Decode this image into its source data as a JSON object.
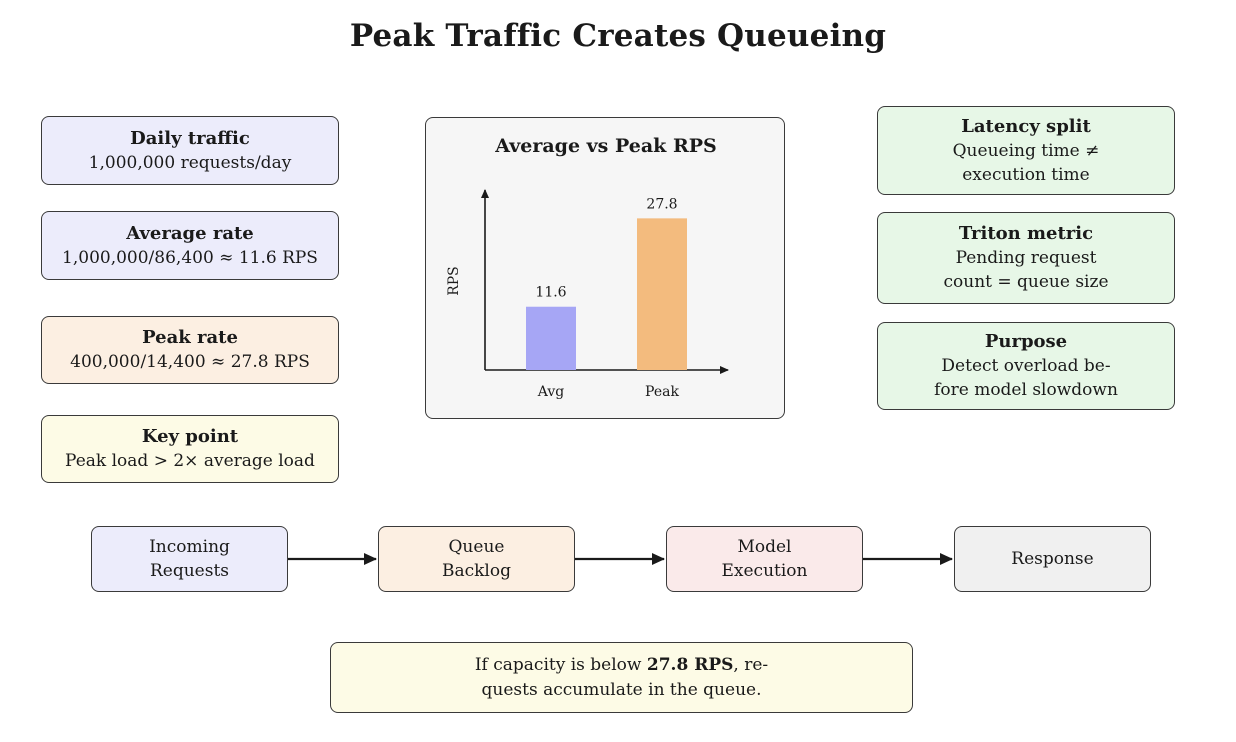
{
  "title": "Peak Traffic Creates Queueing",
  "left_cards": [
    {
      "heading": "Daily traffic",
      "line1": "1,000,000 requests/day"
    },
    {
      "heading": "Average rate",
      "line1": "1,000,000/86,400 ≈ 11.6 RPS"
    },
    {
      "heading": "Peak rate",
      "line1": "400,000/14,400 ≈ 27.8 RPS"
    },
    {
      "heading": "Key point",
      "line1": "Peak load > 2× average load"
    }
  ],
  "right_cards": [
    {
      "heading": "Latency split",
      "line1": "Queueing time ≠",
      "line2": "execution time"
    },
    {
      "heading": "Triton metric",
      "line1": "Pending request",
      "line2": "count = queue size"
    },
    {
      "heading": "Purpose",
      "line1": "Detect overload be-",
      "line2": "fore model slowdown"
    }
  ],
  "flow": [
    {
      "line1": "Incoming",
      "line2": "Requests"
    },
    {
      "line1": "Queue",
      "line2": "Backlog"
    },
    {
      "line1": "Model",
      "line2": "Execution"
    },
    {
      "line1": "Response",
      "line2": ""
    }
  ],
  "note": {
    "pre": "If capacity is below ",
    "bold": "27.8 RPS",
    "post": ", re-",
    "line2": "quests accumulate in the queue."
  },
  "colors": {
    "avg_bar": "#a6a6f5",
    "peak_bar": "#f3bb7e"
  },
  "chart_data": {
    "type": "bar",
    "title": "Average vs Peak RPS",
    "xlabel": "",
    "ylabel": "RPS",
    "categories": [
      "Avg",
      "Peak"
    ],
    "values": [
      11.6,
      27.8
    ],
    "data_labels": [
      "11.6",
      "27.8"
    ],
    "ylim": [
      0,
      33
    ],
    "grid": false,
    "legend": "none"
  }
}
